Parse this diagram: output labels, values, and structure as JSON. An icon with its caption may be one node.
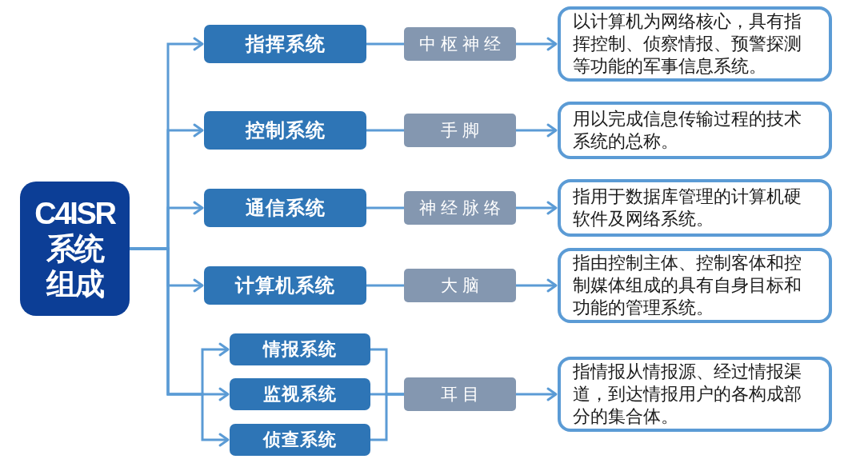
{
  "diagram": {
    "nodes": [
      {
        "text": [
          "C4ISR系统组成"
        ]
      },
      {
        "text": [
          "指挥系统"
        ]
      },
      {
        "text": [
          "中枢神经"
        ]
      },
      {
        "text": [
          "以计算机为网络核心，具有指挥控制、侦察情报、预警探测等功能的军事信息系统。"
        ]
      },
      {
        "text": [
          "控制系统"
        ]
      },
      {
        "text": [
          "手脚"
        ]
      },
      {
        "text": [
          "用以完成信息传输过程的技术系统的总称。"
        ]
      },
      {
        "text": [
          "通信系统"
        ]
      },
      {
        "text": [
          "神经脉络"
        ]
      },
      {
        "text": [
          "指用于数据库管理的计算机硬软件及网络系统。"
        ]
      },
      {
        "text": [
          "计算机系统"
        ]
      },
      {
        "text": [
          "大脑"
        ]
      },
      {
        "text": [
          "指由控制主体、控制客体和控制媒体组成的具有自身目标和功能的管理系统。"
        ]
      },
      {
        "text": [
          "情报系统"
        ]
      },
      {
        "text": [
          "监视系统"
        ]
      },
      {
        "text": [
          "侦查系统"
        ]
      },
      {
        "text": [
          "耳目"
        ]
      },
      {
        "text": [
          "指情报从情报源、经过情报渠道，到达情报用户的各构成部分的集合体。"
        ]
      }
    ],
    "edges": [
      {
        "from": 0,
        "to": 1,
        "arrow": "to"
      },
      {
        "from": 0,
        "to": 4,
        "arrow": "to"
      },
      {
        "from": 0,
        "to": 7,
        "arrow": "to"
      },
      {
        "from": 0,
        "to": 10,
        "arrow": "to"
      },
      {
        "from": 0,
        "to": 13,
        "arrow": "to"
      },
      {
        "from": 0,
        "to": 14,
        "arrow": "to"
      },
      {
        "from": 0,
        "to": 15,
        "arrow": "to"
      },
      {
        "from": 1,
        "to": 2,
        "arrow": "none"
      },
      {
        "from": 2,
        "to": 3,
        "arrow": "to"
      },
      {
        "from": 4,
        "to": 5,
        "arrow": "none"
      },
      {
        "from": 5,
        "to": 6,
        "arrow": "to"
      },
      {
        "from": 7,
        "to": 8,
        "arrow": "none"
      },
      {
        "from": 8,
        "to": 9,
        "arrow": "to"
      },
      {
        "from": 10,
        "to": 11,
        "arrow": "none"
      },
      {
        "from": 11,
        "to": 12,
        "arrow": "to"
      },
      {
        "from": 13,
        "to": 16,
        "arrow": "none"
      },
      {
        "from": 14,
        "to": 16,
        "arrow": "none"
      },
      {
        "from": 15,
        "to": 16,
        "arrow": "none"
      },
      {
        "from": 16,
        "to": 17,
        "arrow": "to"
      }
    ]
  }
}
